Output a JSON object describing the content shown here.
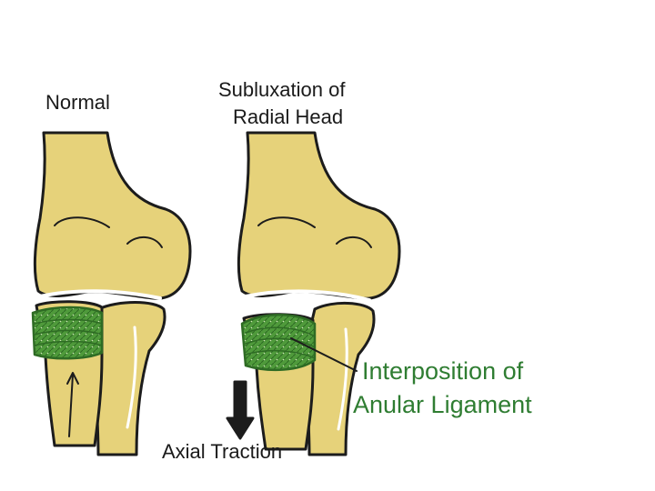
{
  "labels": {
    "normal": "Normal",
    "subluxation_line1": "Subluxation of",
    "subluxation_line2": "Radial Head",
    "interposition_line1": "Interposition of",
    "interposition_line2": "Anular Ligament",
    "axial_traction": "Axial Traction"
  },
  "colors": {
    "bone": "#e6d27a",
    "bone_shadow": "#c9b259",
    "outline": "#1c1c1c",
    "ligament": "#4f9a3b",
    "ligament_dark": "#2e6b24",
    "label_green": "#2f7d32",
    "label_black": "#1a1a1a"
  }
}
